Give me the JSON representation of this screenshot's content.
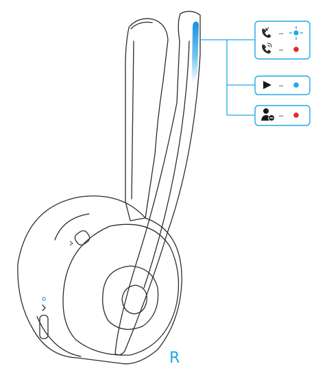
{
  "side_label": "R",
  "colors": {
    "outline": "#2b2b2b",
    "accent": "#1ea8e6",
    "mic_led_gradient_top": "#1a90df",
    "mic_led_gradient_bottom": "#ffffff",
    "callout_border": "#1ea8e6",
    "led_blue": "#1ea8e6",
    "led_red": "#e32b2b",
    "label_color": "#1ea8e6"
  },
  "legend": [
    {
      "id": "call-box",
      "rows": [
        {
          "icon": "incoming-call-icon",
          "dash": "–",
          "led": "blue-flashing-led-icon"
        },
        {
          "icon": "active-call-icon",
          "dash": "–",
          "led": "red-solid-led-icon"
        }
      ]
    },
    {
      "id": "media-box",
      "rows": [
        {
          "icon": "play-icon",
          "dash": "–",
          "led": "blue-solid-led-icon"
        }
      ]
    },
    {
      "id": "mute-box",
      "rows": [
        {
          "icon": "mute-user-icon",
          "dash": "–",
          "led": "red-solid-led-icon"
        }
      ]
    }
  ]
}
